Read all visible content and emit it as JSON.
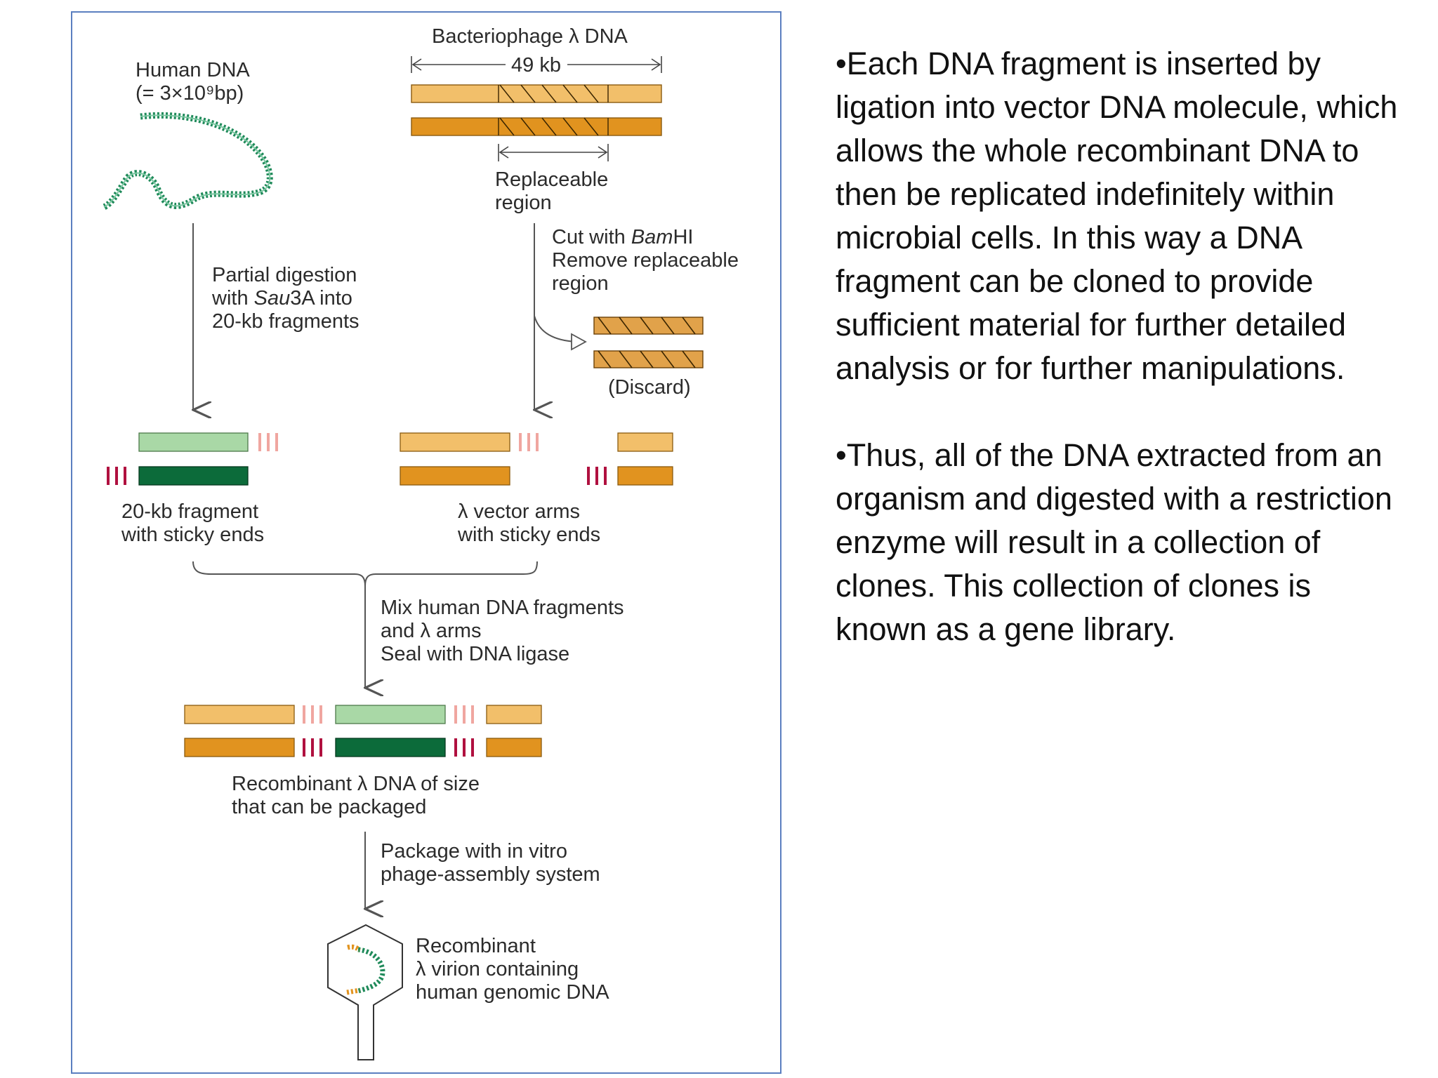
{
  "colors": {
    "frame": "#5b7fc0",
    "vector_light": "#f2bf6a",
    "vector_dark": "#e1931f",
    "human_light": "#a9d8a6",
    "human_dark": "#0c6b3a",
    "sticky_red": "#b0103f",
    "sticky_pink": "#f0a6a0",
    "dna_green": "#1f8a5a",
    "arrow": "#555555"
  },
  "diagram": {
    "human_dna": {
      "title": "Human DNA",
      "size": "(= 3×10⁹bp)"
    },
    "phage": {
      "title": "Bacteriophage λ DNA",
      "length": "49 kb"
    },
    "replaceable": {
      "line1": "Replaceable",
      "line2": "region"
    },
    "partial_digestion": {
      "line1": "Partial digestion",
      "line2_a": "with ",
      "line2_b": "Sau",
      "line2_c": "3A into",
      "line3": "20-kb fragments"
    },
    "cut": {
      "line1_a": "Cut with ",
      "line1_b": "Bam",
      "line1_c": "HI",
      "line2": "Remove replaceable",
      "line3": "region"
    },
    "discard": "(Discard)",
    "fragment_label": {
      "line1": "20-kb fragment",
      "line2": "with sticky ends"
    },
    "vector_label": {
      "line1": "λ vector arms",
      "line2": "with sticky ends"
    },
    "mix": {
      "line1": "Mix human DNA fragments",
      "line2": "and λ arms",
      "line3": "Seal with DNA ligase"
    },
    "recombinant": {
      "line1": "Recombinant λ DNA of size",
      "line2": "that can be packaged"
    },
    "package": {
      "line1": "Package with in vitro",
      "line2": "phage-assembly system"
    },
    "virion": {
      "line1": "Recombinant",
      "line2": "λ virion containing",
      "line3": "human genomic DNA"
    }
  },
  "bullets": [
    "•Each DNA fragment is inserted by ligation into vector DNA molecule, which allows the whole recombinant DNA to then be replicated indefinitely within microbial cells. In this way a DNA fragment can be cloned to provide sufficient material for further detailed analysis or for further manipulations.",
    "•Thus, all of the DNA extracted from an organism and digested with a restriction enzyme will result in a collection of clones. This collection of clones is known as a gene library."
  ]
}
